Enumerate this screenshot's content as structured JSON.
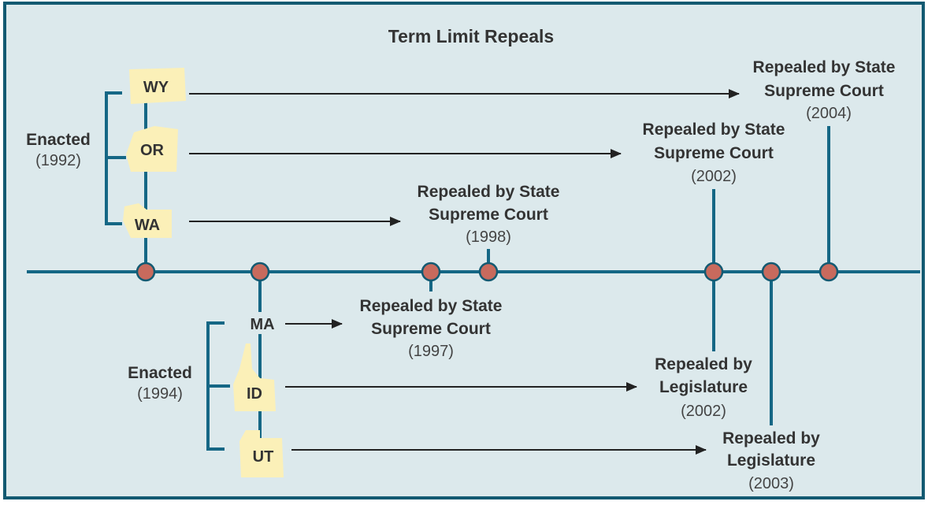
{
  "title": "Term Limit Repeals",
  "colors": {
    "background": "#dce9ec",
    "border": "#135a72",
    "line": "#156785",
    "dot": "#c86a5d",
    "dot_stroke": "#135a72",
    "state": "#fbf0b8",
    "text": "#333333"
  },
  "group_1992": {
    "label": "Enacted",
    "year": "(1992)",
    "states": [
      {
        "abbr": "WY",
        "repeal_line1": "Repealed by State",
        "repeal_line2": "Supreme Court",
        "repeal_year": "(2004)"
      },
      {
        "abbr": "OR",
        "repeal_line1": "Repealed by State",
        "repeal_line2": "Supreme Court",
        "repeal_year": "(2002)"
      },
      {
        "abbr": "WA",
        "repeal_line1": "Repealed by State",
        "repeal_line2": "Supreme Court",
        "repeal_year": "(1998)"
      }
    ]
  },
  "group_1994": {
    "label": "Enacted",
    "year": "(1994)",
    "states": [
      {
        "abbr": "MA",
        "repeal_line1": "Repealed by State",
        "repeal_line2": "Supreme Court",
        "repeal_year": "(1997)"
      },
      {
        "abbr": "ID",
        "repeal_line1": "Repealed by",
        "repeal_line2": "Legislature",
        "repeal_year": "(2002)"
      },
      {
        "abbr": "UT",
        "repeal_line1": "Repealed by",
        "repeal_line2": "Legislature",
        "repeal_year": "(2003)"
      }
    ]
  }
}
